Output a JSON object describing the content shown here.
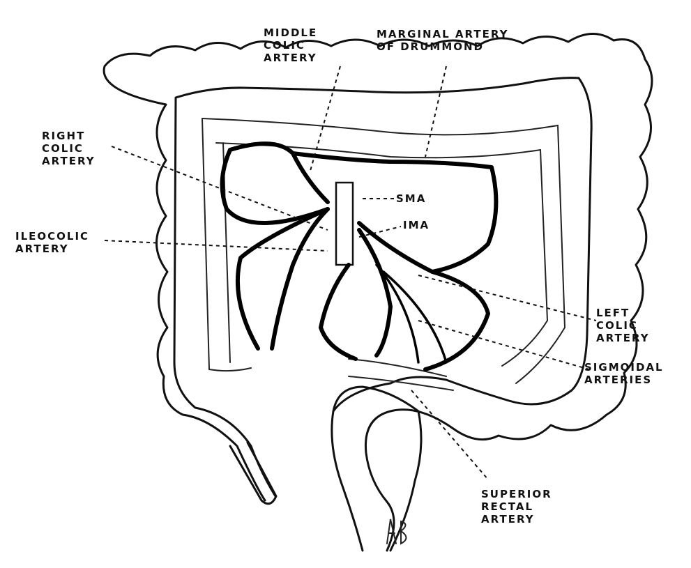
{
  "labels": {
    "middle_colic": [
      "MIDDLE",
      "COLIC",
      "ARTERY"
    ],
    "marginal": [
      "MARGINAL ARTERY",
      "OF DRUMMOND"
    ],
    "right_colic": [
      "RIGHT",
      "COLIC",
      "ARTERY"
    ],
    "sma": "SMA",
    "ima": "IMA",
    "ileocolic": [
      "ILEOCOLIC",
      "ARTERY"
    ],
    "left_colic": [
      "LEFT",
      "COLIC",
      "ARTERY"
    ],
    "sigmoidal": [
      "SIGMOIDAL",
      "ARTERIES"
    ],
    "superior_rectal": [
      "SUPERIOR",
      "RECTAL",
      "ARTERY"
    ],
    "signature": "AB."
  }
}
